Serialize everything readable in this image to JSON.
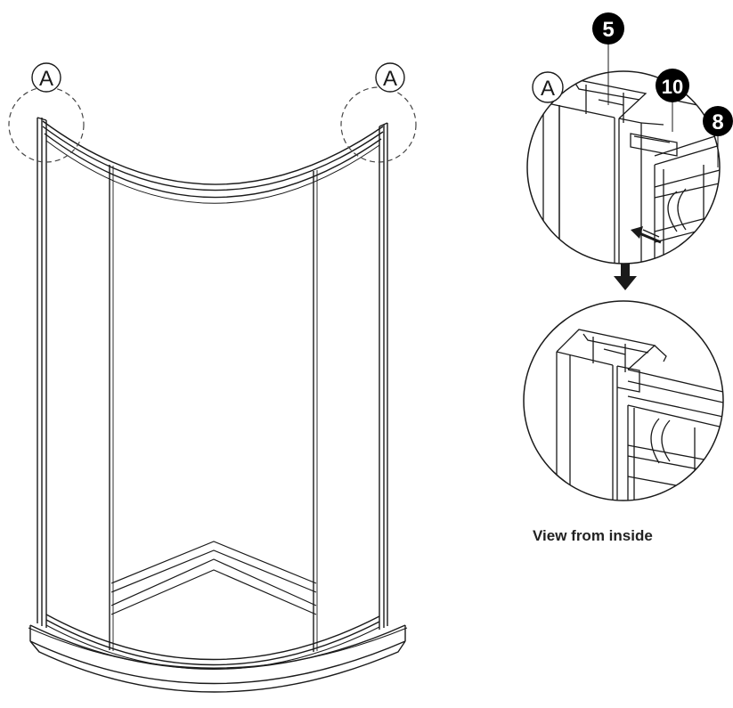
{
  "callouts": {
    "left_corner": "A",
    "right_corner": "A",
    "detail_corner": "A"
  },
  "parts": {
    "p5": "5",
    "p10": "10",
    "p8": "8"
  },
  "caption": "View from inside",
  "colors": {
    "line": "#1a1a1a",
    "badge_fill": "#000000",
    "badge_text": "#ffffff",
    "dash": "#444444"
  }
}
